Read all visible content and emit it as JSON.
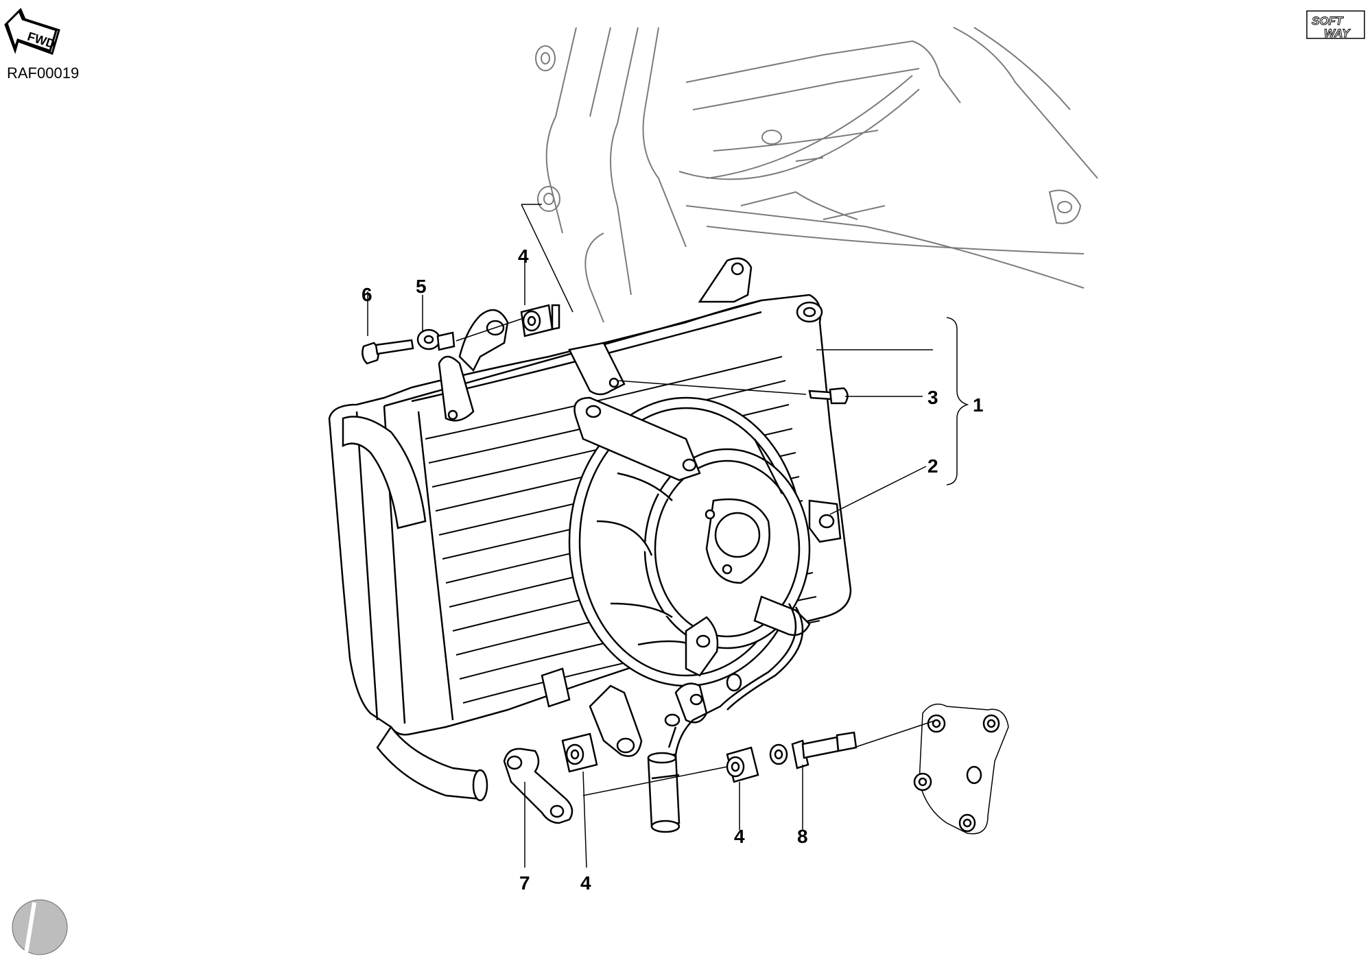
{
  "diagram": {
    "part_code": "RAF00019",
    "fwd_label": "FWD",
    "logo": {
      "line1": "SOFT",
      "line2": "WAY"
    },
    "callouts": [
      "6",
      "5",
      "4",
      "3",
      "1",
      "2",
      "4",
      "8",
      "7",
      "4"
    ]
  },
  "colors": {
    "frame_line": "#7a7a7a",
    "part_line": "#000000",
    "background": "#ffffff"
  }
}
